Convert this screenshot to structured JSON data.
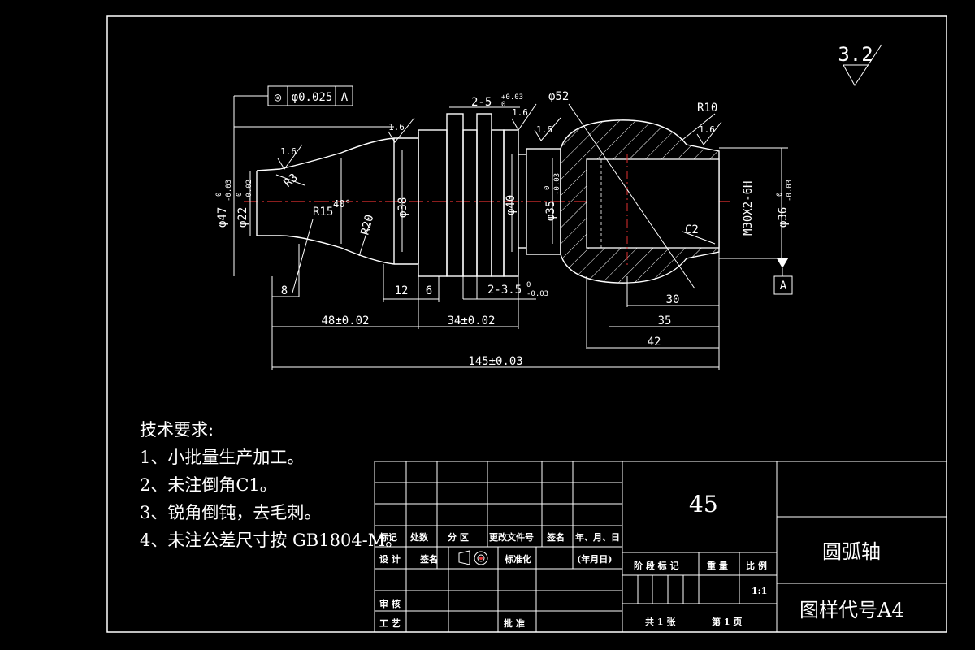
{
  "drawing": {
    "surface_roughness_main": "3.2",
    "roughness_1": "1.6",
    "tolerance_frame": {
      "symbol": "◎",
      "value": "φ0.025",
      "datum": "A"
    },
    "datum_label": "A",
    "dims": {
      "d47": "φ47",
      "d47_tol_top": "0",
      "d47_tol_bot": "-0.03",
      "d22": "φ22",
      "d22_tol_top": "0",
      "d22_tol_bot": "-0.02",
      "r3": "R3",
      "r15": "R15",
      "r20": "R20",
      "angle40": "40°",
      "d38": "φ38",
      "d40": "φ40",
      "d35": "φ35",
      "d35_tol_top": "0",
      "d35_tol_bot": "-0.03",
      "thread": "M30X2-6H",
      "d36": "φ36",
      "d36_tol_top": "0",
      "d36_tol_bot": "-0.03",
      "d52": "φ52",
      "r10": "R10",
      "c2": "C2",
      "groove_top": "2-5",
      "groove_top_tol": "+0.03",
      "groove_top_tol2": "0",
      "groove_bot": "2-3.5",
      "groove_bot_tol": "0",
      "groove_bot_tol2": "-0.03",
      "l8": "8",
      "l12": "12",
      "l6": "6",
      "l30": "30",
      "l35": "35",
      "l42": "42",
      "l48": "48±0.02",
      "l34": "34±0.02",
      "l145": "145±0.03"
    }
  },
  "tech_requirements": {
    "title": "技术要求:",
    "items": [
      "1、小批量生产加工。",
      "2、未注倒角C1。",
      "3、锐角倒钝，去毛刺。",
      "4、未注公差尺寸按 GB1804-M。"
    ]
  },
  "title_block": {
    "material": "45",
    "part_name": "圆弧轴",
    "drawing_code": "图样代号A4",
    "row_labels": [
      "标记",
      "处数",
      "分 区",
      "更改文件号",
      "签名",
      "年、月、日"
    ],
    "design": "设 计",
    "sign": "签名",
    "standard": "标准化",
    "date_label": "(年月日)",
    "stage_mark": "阶 段 标 记",
    "weight": "重 量",
    "scale": "比 例",
    "scale_value": "1:1",
    "review": "审 核",
    "process": "工 艺",
    "approve": "批 准",
    "sheets_total": "共 1 张",
    "sheet_num": "第 1 页"
  }
}
